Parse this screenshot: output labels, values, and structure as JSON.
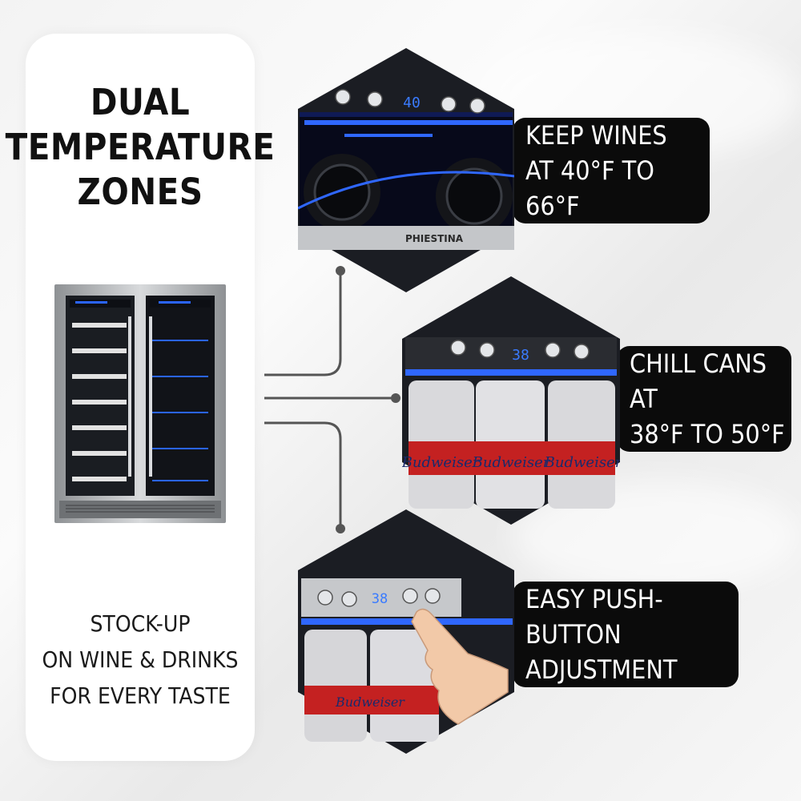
{
  "headline": {
    "line1": "DUAL",
    "line2": "TEMPERATURE",
    "line3": "ZONES"
  },
  "tagline": {
    "line1": "STOCK-UP",
    "line2": "ON WINE & DRINKS",
    "line3": "FOR EVERY TASTE"
  },
  "fridge": {
    "brand": "PHIESTINA",
    "left_display": "40",
    "right_display": "38"
  },
  "callouts": [
    {
      "line1": "KEEP WINES",
      "line2": "AT 40°F TO 66°F",
      "display": "40",
      "brand": "PHIESTINA"
    },
    {
      "line1": "CHILL CANS AT",
      "line2": "38°F TO 50°F",
      "display": "38"
    },
    {
      "line1": "EASY PUSH-BUTTON",
      "line2": "ADJUSTMENT",
      "display": "38"
    }
  ],
  "can_label": "Budweiser",
  "colors": {
    "accent_blue": "#1a5cff",
    "panel_black": "#0b0b0b",
    "steel": "#b9bcbf"
  }
}
